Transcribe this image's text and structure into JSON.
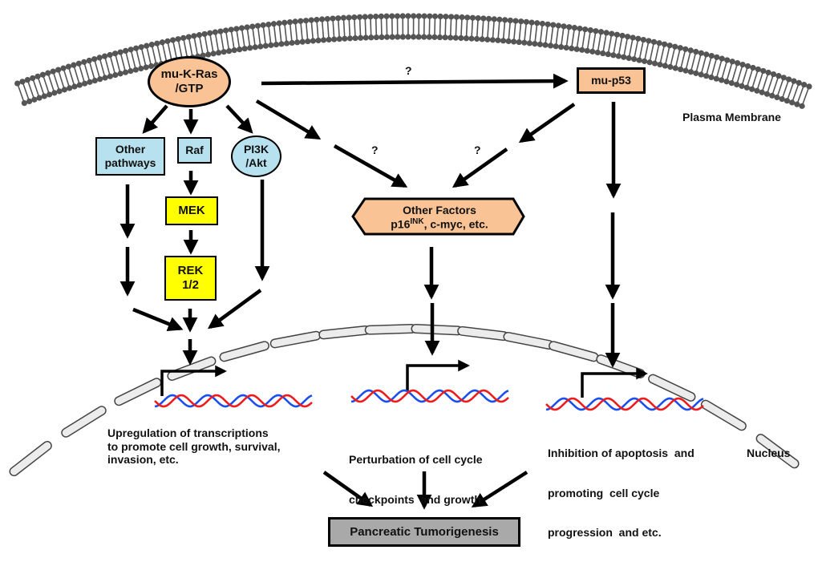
{
  "title": "Pancreatic tumorigenesis signaling pathway diagram",
  "colors": {
    "orange_fill": "#f9c395",
    "blue_fill": "#b7e1ee",
    "yellow_fill": "#ffff00",
    "gray_fill": "#a9a9a9",
    "membrane": "#555555",
    "nuclear_envelope_fill": "#ececec",
    "dna_red": "#ee1c1c",
    "dna_blue": "#1c50ee"
  },
  "compartments": {
    "plasma_membrane": "Plasma Membrane",
    "nucleus": "Nucleus"
  },
  "nodes": {
    "kras": {
      "line1": "mu-K-Ras",
      "line2": "/GTP"
    },
    "p53": {
      "label": "mu-p53"
    },
    "other_pathways": {
      "line1": "Other",
      "line2": "pathways"
    },
    "raf": {
      "label": "Raf"
    },
    "pi3k": {
      "line1": "PI3K",
      "line2": "/Akt"
    },
    "mek": {
      "label": "MEK"
    },
    "rek": {
      "line1": "REK",
      "line2": "1/2"
    },
    "other_factors": {
      "line1": "Other Factors",
      "line2_prefix": "p16",
      "line2_sup": "INK",
      "line2_suffix": ", c-myc, etc."
    },
    "tumorigenesis": {
      "label": "Pancreatic Tumorigenesis"
    }
  },
  "uncertain_marks": {
    "kras_to_p53": "?",
    "kras_to_factors": "?",
    "p53_to_factors": "?"
  },
  "outcomes": {
    "left": [
      "Upregulation of transcriptions",
      "to promote cell growth, survival,",
      "invasion, etc."
    ],
    "middle": [
      "Perturbation of cell cycle",
      "checkpoints  and growth"
    ],
    "right": [
      "Inhibition of apoptosis  and",
      "promoting  cell cycle",
      "progression  and etc."
    ]
  }
}
